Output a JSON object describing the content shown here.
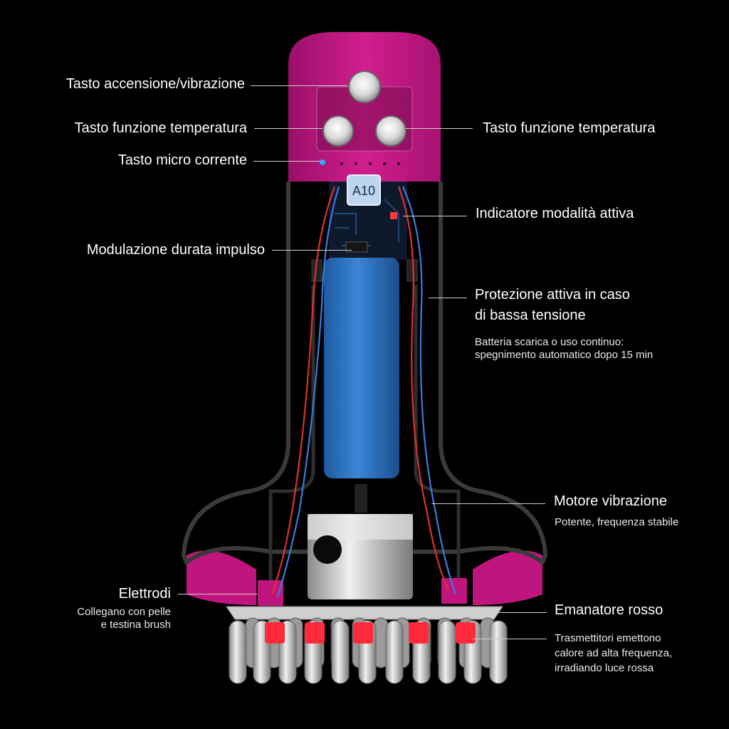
{
  "device": {
    "chip_text": "A10",
    "colors": {
      "body_magenta": "#c0157f",
      "frame_gray": "#3a3a3a",
      "battery_blue": "#2f78c8",
      "led_red": "#ff2a3a",
      "wire_red": "#e03030",
      "wire_blue": "#3a7be0"
    }
  },
  "labels": {
    "power_button": "Tasto accensione/vibrazione",
    "temp_button_left": "Tasto funzione temperatura",
    "temp_button_right": "Tasto funzione temperatura",
    "micro_current": "Tasto micro corrente",
    "mode_indicator": "Indicatore modalità attiva",
    "pulse_modulation": "Modulazione durata impulso",
    "protection_line1": "Protezione attiva in caso",
    "protection_line2": "di bassa tensione",
    "protection_desc_line1": "Batteria scarica o uso continuo:",
    "protection_desc_line2": "spegnimento automatico dopo 15 min",
    "motor_title": "Motore vibrazione",
    "motor_desc": "Potente, frequenza stabile",
    "electrodes_title": "Elettrodi",
    "electrodes_desc_line1": "Collegano con pelle",
    "electrodes_desc_line2": "e testina brush",
    "red_emitter_title": "Emanatore rosso",
    "red_emitter_desc_line1": "Trasmettitori emettono",
    "red_emitter_desc_line2": "calore ad alta frequenza,",
    "red_emitter_desc_line3": "irradiando luce rossa"
  }
}
